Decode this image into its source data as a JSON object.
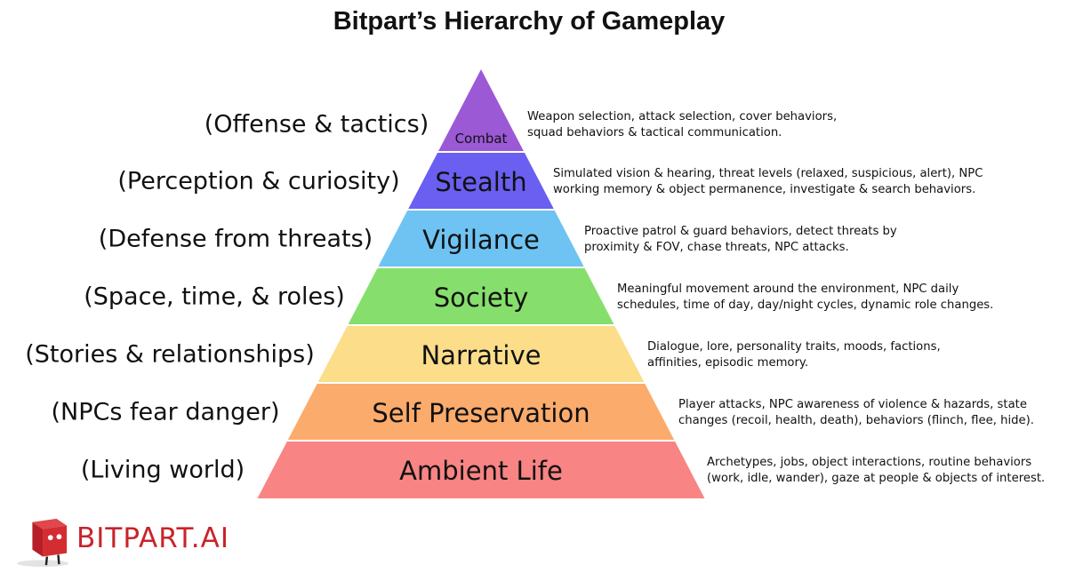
{
  "title": "Bitpart’s Hierarchy of Gameplay",
  "tiers": [
    {
      "name": "Combat",
      "left_label": "(Offense & tactics)",
      "color": "#9b59d6",
      "desc": [
        "Weapon selection, attack selection, cover behaviors,",
        "squad behaviors & tactical communication."
      ]
    },
    {
      "name": "Stealth",
      "left_label": "(Perception & curiosity)",
      "color": "#6a5ff0",
      "desc": [
        "Simulated vision & hearing, threat levels (relaxed, suspicious, alert), NPC",
        "working memory & object permanence, investigate & search behaviors."
      ]
    },
    {
      "name": "Vigilance",
      "left_label": "(Defense from threats)",
      "color": "#6ec3f3",
      "desc": [
        "Proactive patrol & guard behaviors, detect threats by",
        "proximity & FOV, chase threats, NPC attacks."
      ]
    },
    {
      "name": "Society",
      "left_label": "(Space, time, & roles)",
      "color": "#86df6c",
      "desc": [
        "Meaningful movement around the environment, NPC daily",
        "schedules, time of day, day/night cycles, dynamic role changes."
      ]
    },
    {
      "name": "Narrative",
      "left_label": "(Stories & relationships)",
      "color": "#fbdd8a",
      "desc": [
        "Dialogue, lore, personality traits, moods, factions,",
        "affinities, episodic memory."
      ]
    },
    {
      "name": "Self Preservation",
      "left_label": "(NPCs fear danger)",
      "color": "#fbab6c",
      "desc": [
        "Player attacks, NPC awareness of violence & hazards, state",
        "changes (recoil, health, death), behaviors (flinch, flee, hide)."
      ]
    },
    {
      "name": "Ambient Life",
      "left_label": "(Living world)",
      "color": "#f88484",
      "desc": [
        "Archetypes, jobs, object interactions, routine behaviors",
        "(work, idle, wander), gaze at people & objects of interest."
      ]
    }
  ],
  "logo": {
    "text": "BITPART.AI",
    "color": "#c8242b"
  }
}
